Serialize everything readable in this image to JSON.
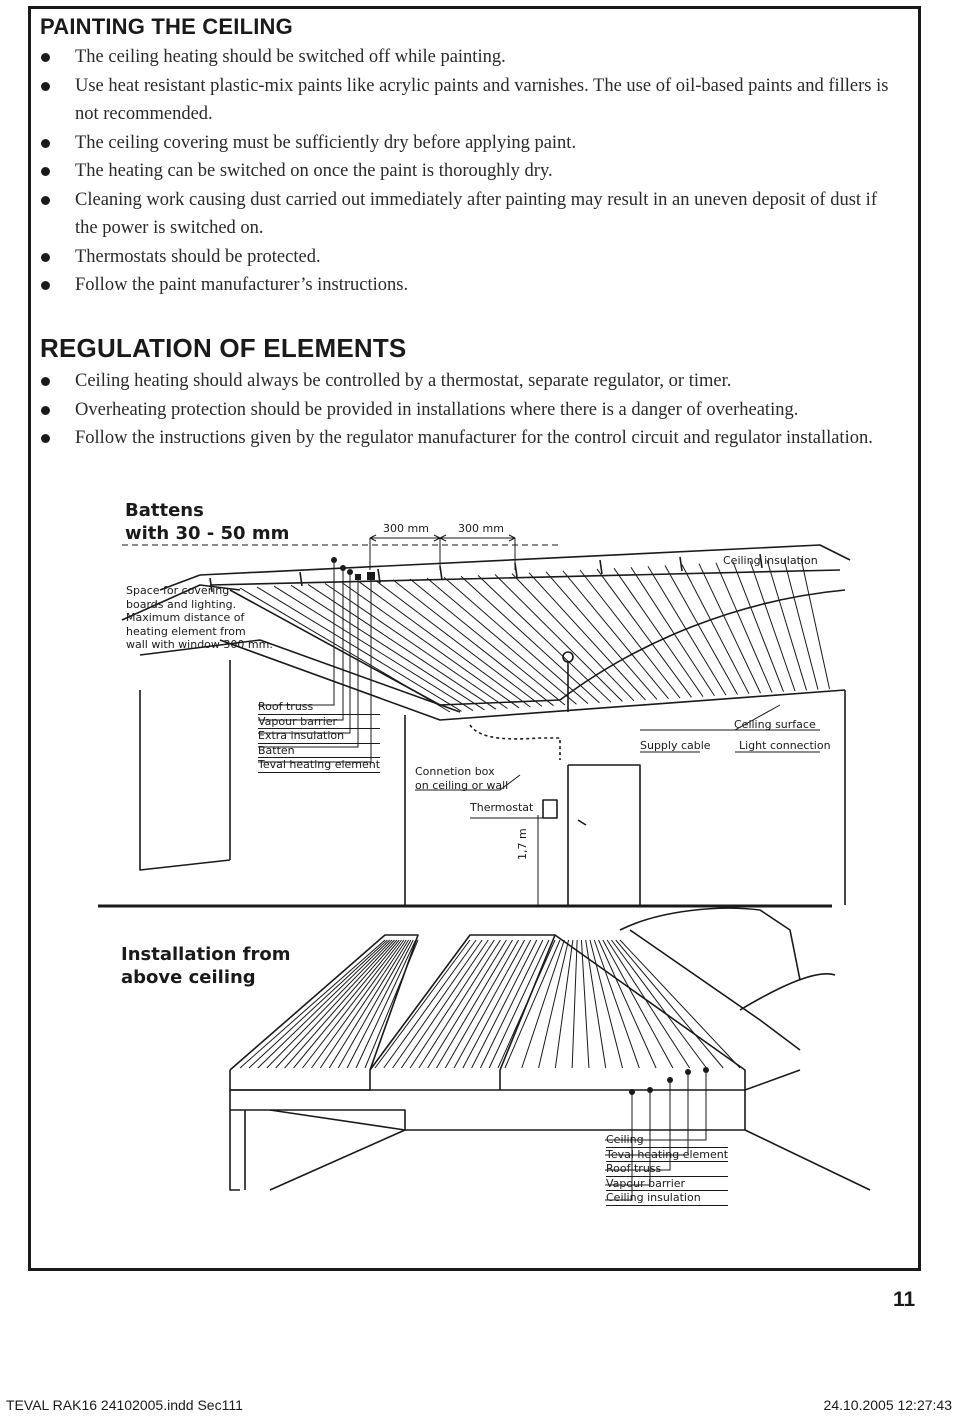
{
  "painting": {
    "title": "PAINTING THE CEILING",
    "items": [
      "The ceiling heating should be switched off while painting.",
      " Use heat resistant plastic-mix paints like acrylic paints and varnishes. The use of oil-based paints and fillers is not recommended.",
      "The ceiling covering must be sufficiently dry before applying paint.",
      "The heating can be switched on once the paint is thoroughly dry.",
      "Cleaning work causing dust carried out immediately after painting may result in an uneven deposit of dust if the power is switched on.",
      "Thermostats should be protected.",
      "Follow the paint manufacturer’s instructions."
    ]
  },
  "regulation": {
    "title": "REGULATION OF ELEMENTS",
    "items": [
      "Ceiling heating should always be controlled by a thermostat, separate regulator, or timer.",
      "Overheating protection should be provided in installations where there is a danger of overheating.",
      "Follow the instructions given by the regulator manufacturer for the control circuit and regulator installation."
    ]
  },
  "diagram_top": {
    "title_line1": "Battens",
    "title_line2": "with 30 - 50 mm",
    "dim1": "300 mm",
    "dim2": "300 mm",
    "ceiling_insulation": "Ceiling insulation",
    "space_note": [
      "Space for covering",
      "boards and lighting.",
      "Maximum distance of",
      "heating element from",
      "wall with window 300 mm."
    ],
    "layers": [
      "Roof truss",
      "Vapour barrier",
      "Extra insulation",
      "Batten",
      "Teval heating element"
    ],
    "connection_box": [
      "Connetion box",
      "on ceiling or wall"
    ],
    "thermostat": "Thermostat",
    "height": "1,7 m",
    "supply_cable": "Supply cable",
    "ceiling_surface": "Ceiling surface",
    "light_connection": "Light connection"
  },
  "diagram_bottom": {
    "title_line1": "Installation from",
    "title_line2": "above ceiling",
    "layers": [
      "Ceiling",
      "Teval heating element",
      "Roof truss",
      "Vapour barrier",
      "Ceiling insulation"
    ]
  },
  "page_number": "11",
  "footer": {
    "left": "TEVAL RAK16 24102005.indd   Sec111",
    "right": "24.10.2005   12:27:43"
  }
}
